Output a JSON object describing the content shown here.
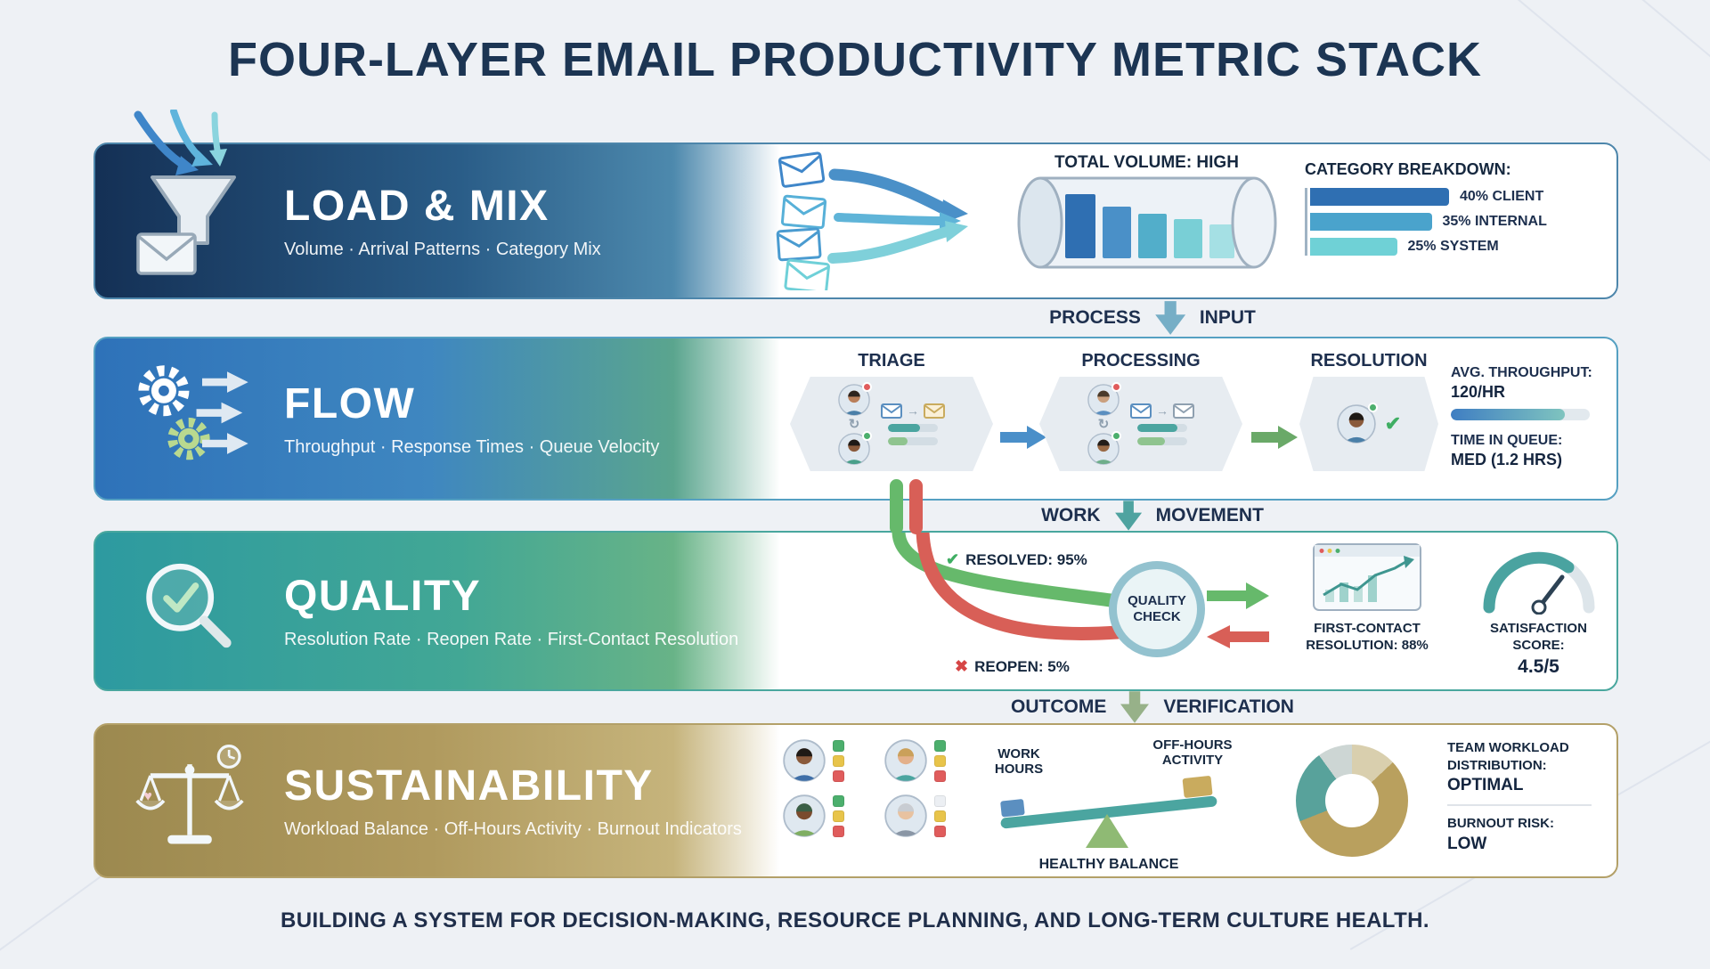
{
  "page": {
    "title": "FOUR-LAYER EMAIL PRODUCTIVITY METRIC STACK",
    "footer": "BUILDING A SYSTEM FOR DECISION-MAKING, RESOURCE PLANNING, AND LONG-TERM CULTURE HEALTH."
  },
  "icons": {
    "check": "✔",
    "cross": "✖",
    "heart": "♥",
    "arrow_right": "→",
    "cycle": "↻"
  },
  "connectors": [
    {
      "left": "PROCESS",
      "right": "INPUT",
      "color": "#76aec6"
    },
    {
      "left": "WORK",
      "right": "MOVEMENT",
      "color": "#4fa3a0"
    },
    {
      "left": "OUTCOME",
      "right": "VERIFICATION",
      "color": "#97b189"
    }
  ],
  "layers": {
    "load_mix": {
      "title": "LOAD & MIX",
      "subtitle": "Volume · Arrival Patterns · Category Mix",
      "total_volume": "TOTAL VOLUME: HIGH",
      "breakdown_heading": "CATEGORY BREAKDOWN:",
      "categories": [
        {
          "label": "40% CLIENT",
          "value": 40,
          "color": "#2f6fb2"
        },
        {
          "label": "35% INTERNAL",
          "value": 35,
          "color": "#4aa3cc"
        },
        {
          "label": "25% SYSTEM",
          "value": 25,
          "color": "#6fd1d6"
        }
      ]
    },
    "flow": {
      "title": "FLOW",
      "subtitle": "Throughput · Response Times · Queue Velocity",
      "stages": [
        "TRIAGE",
        "PROCESSING",
        "RESOLUTION"
      ],
      "throughput_label": "AVG. THROUGHPUT:",
      "throughput_value": "120/HR",
      "queue_label": "TIME IN QUEUE:",
      "queue_value": "MED (1.2 HRS)"
    },
    "quality": {
      "title": "QUALITY",
      "subtitle": "Resolution Rate · Reopen Rate · First-Contact Resolution",
      "resolved_label": "RESOLVED: 95%",
      "reopen_label": "REOPEN: 5%",
      "resolved_color": "#66b96b",
      "reopen_color": "#d85f57",
      "quality_check_label": "QUALITY CHECK",
      "fcr_label": "FIRST-CONTACT RESOLUTION: 88%",
      "satisfaction_label": "SATISFACTION SCORE:",
      "satisfaction_value": "4.5/5"
    },
    "sustainability": {
      "title": "SUSTAINABILITY",
      "subtitle": "Workload Balance · Off-Hours Activity · Burnout Indicators",
      "work_hours_label": "WORK HOURS",
      "off_hours_label": "OFF-HOURS ACTIVITY",
      "balance_label": "HEALTHY BALANCE",
      "workload_label": "TEAM WORKLOAD DISTRIBUTION:",
      "workload_value": "OPTIMAL",
      "burnout_label": "BURNOUT RISK:",
      "burnout_value": "LOW",
      "donut": {
        "segments": [
          {
            "color": "#d9cfae",
            "pct": 13
          },
          {
            "color": "#b9a05e",
            "pct": 56
          },
          {
            "color": "#58a29b",
            "pct": 21
          },
          {
            "color": "#cdd6d4",
            "pct": 10
          }
        ]
      },
      "team_statuses": [
        [
          "#4caf6d",
          "#e8c44a",
          "#e05c5c"
        ],
        [
          "#4caf6d",
          "#e8c44a",
          "#e05c5c"
        ],
        [
          "#4caf6d",
          "#e8c44a",
          "#e05c5c"
        ],
        [
          "#eceff3",
          "#e8c44a",
          "#e05c5c"
        ]
      ]
    }
  }
}
